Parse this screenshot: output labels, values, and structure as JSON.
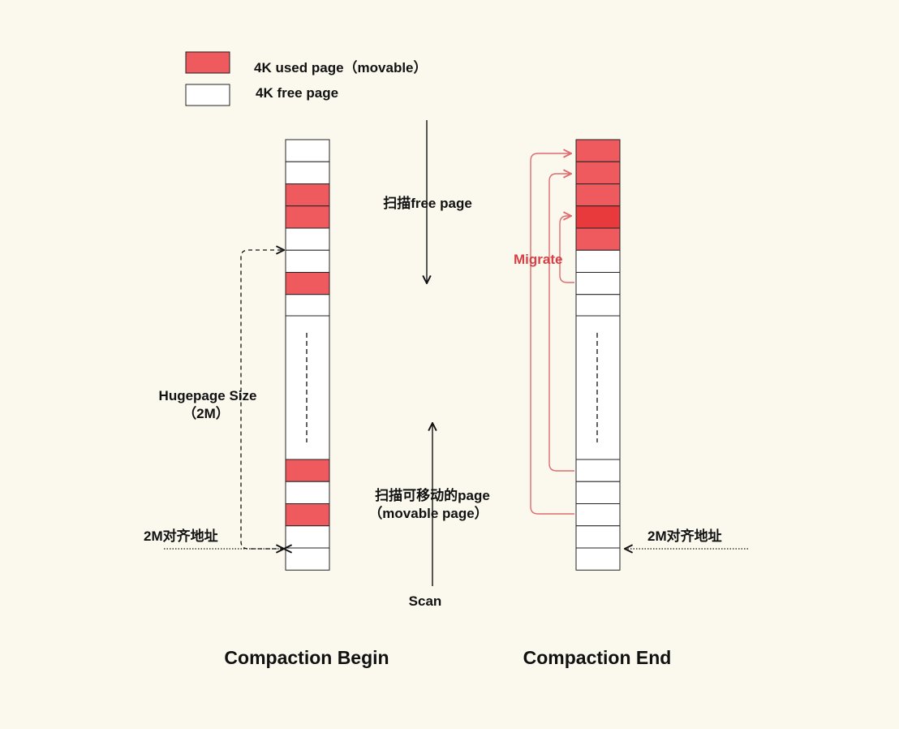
{
  "legend": {
    "used_label": "4K used page（movable）",
    "free_label": "4K free page",
    "used_color": "#ef5a5f",
    "free_color": "#ffffff"
  },
  "colors": {
    "used": "#ef5a5f",
    "used_highlight": "#e8393c",
    "free": "#ffffff",
    "migrate_arrow": "#e06b6f",
    "background": "#fbf8ee"
  },
  "left_column": {
    "title": "Compaction Begin",
    "top_pages": [
      "free",
      "free",
      "used",
      "used",
      "free",
      "free",
      "used",
      "free"
    ],
    "bottom_pages": [
      "used",
      "free",
      "used",
      "free",
      "free"
    ],
    "hugepage_size_label": "Hugepage Size",
    "hugepage_size_value": "（2M）",
    "aligned_address_label": "2M对齐地址"
  },
  "right_column": {
    "title": "Compaction End",
    "top_pages": [
      "used",
      "used",
      "used",
      "used-highlight",
      "used",
      "free",
      "free",
      "free"
    ],
    "bottom_pages": [
      "free",
      "free",
      "free",
      "free",
      "free"
    ],
    "migrate_label": "Migrate",
    "aligned_address_label": "2M对齐地址"
  },
  "scanners": {
    "free_scan_label": "扫描free page",
    "movable_scan_label_1": "扫描可移动的page",
    "movable_scan_label_2": "（movable page）",
    "scan_label": "Scan"
  }
}
